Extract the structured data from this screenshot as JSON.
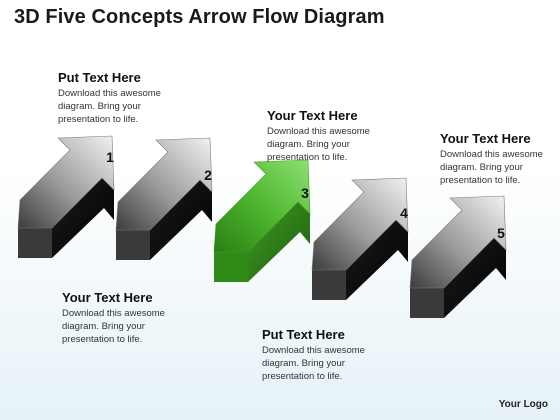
{
  "title": "3D Five Concepts Arrow Flow Diagram",
  "steps": [
    {
      "number": "1",
      "color": "gray"
    },
    {
      "number": "2",
      "color": "gray"
    },
    {
      "number": "3",
      "color": "green"
    },
    {
      "number": "4",
      "color": "gray"
    },
    {
      "number": "5",
      "color": "gray"
    }
  ],
  "text_blocks": [
    {
      "heading": "Put Text Here",
      "body": "Download this awesome\ndiagram. Bring your\npresentation to life."
    },
    {
      "heading": "Your Text Here",
      "body": "Download this awesome\ndiagram. Bring your\npresentation to life."
    },
    {
      "heading": "Your Text Here",
      "body": "Download this awesome\ndiagram. Bring your\npresentation to life."
    },
    {
      "heading": "Your Text Here",
      "body": "Download this awesome\ndiagram. Bring your\npresentation to life."
    },
    {
      "heading": "Put Text Here",
      "body": "Download this awesome\ndiagram. Bring your\npresentation to life."
    }
  ],
  "logo": "Your Logo",
  "colors": {
    "gray_light": "#f2f2f2",
    "gray_mid": "#9a9a9a",
    "gray_dark": "#3c3c3c",
    "side": "#050505",
    "green_light": "#8fe074",
    "green_mid": "#4fb830",
    "green_dark": "#2a7d14"
  }
}
